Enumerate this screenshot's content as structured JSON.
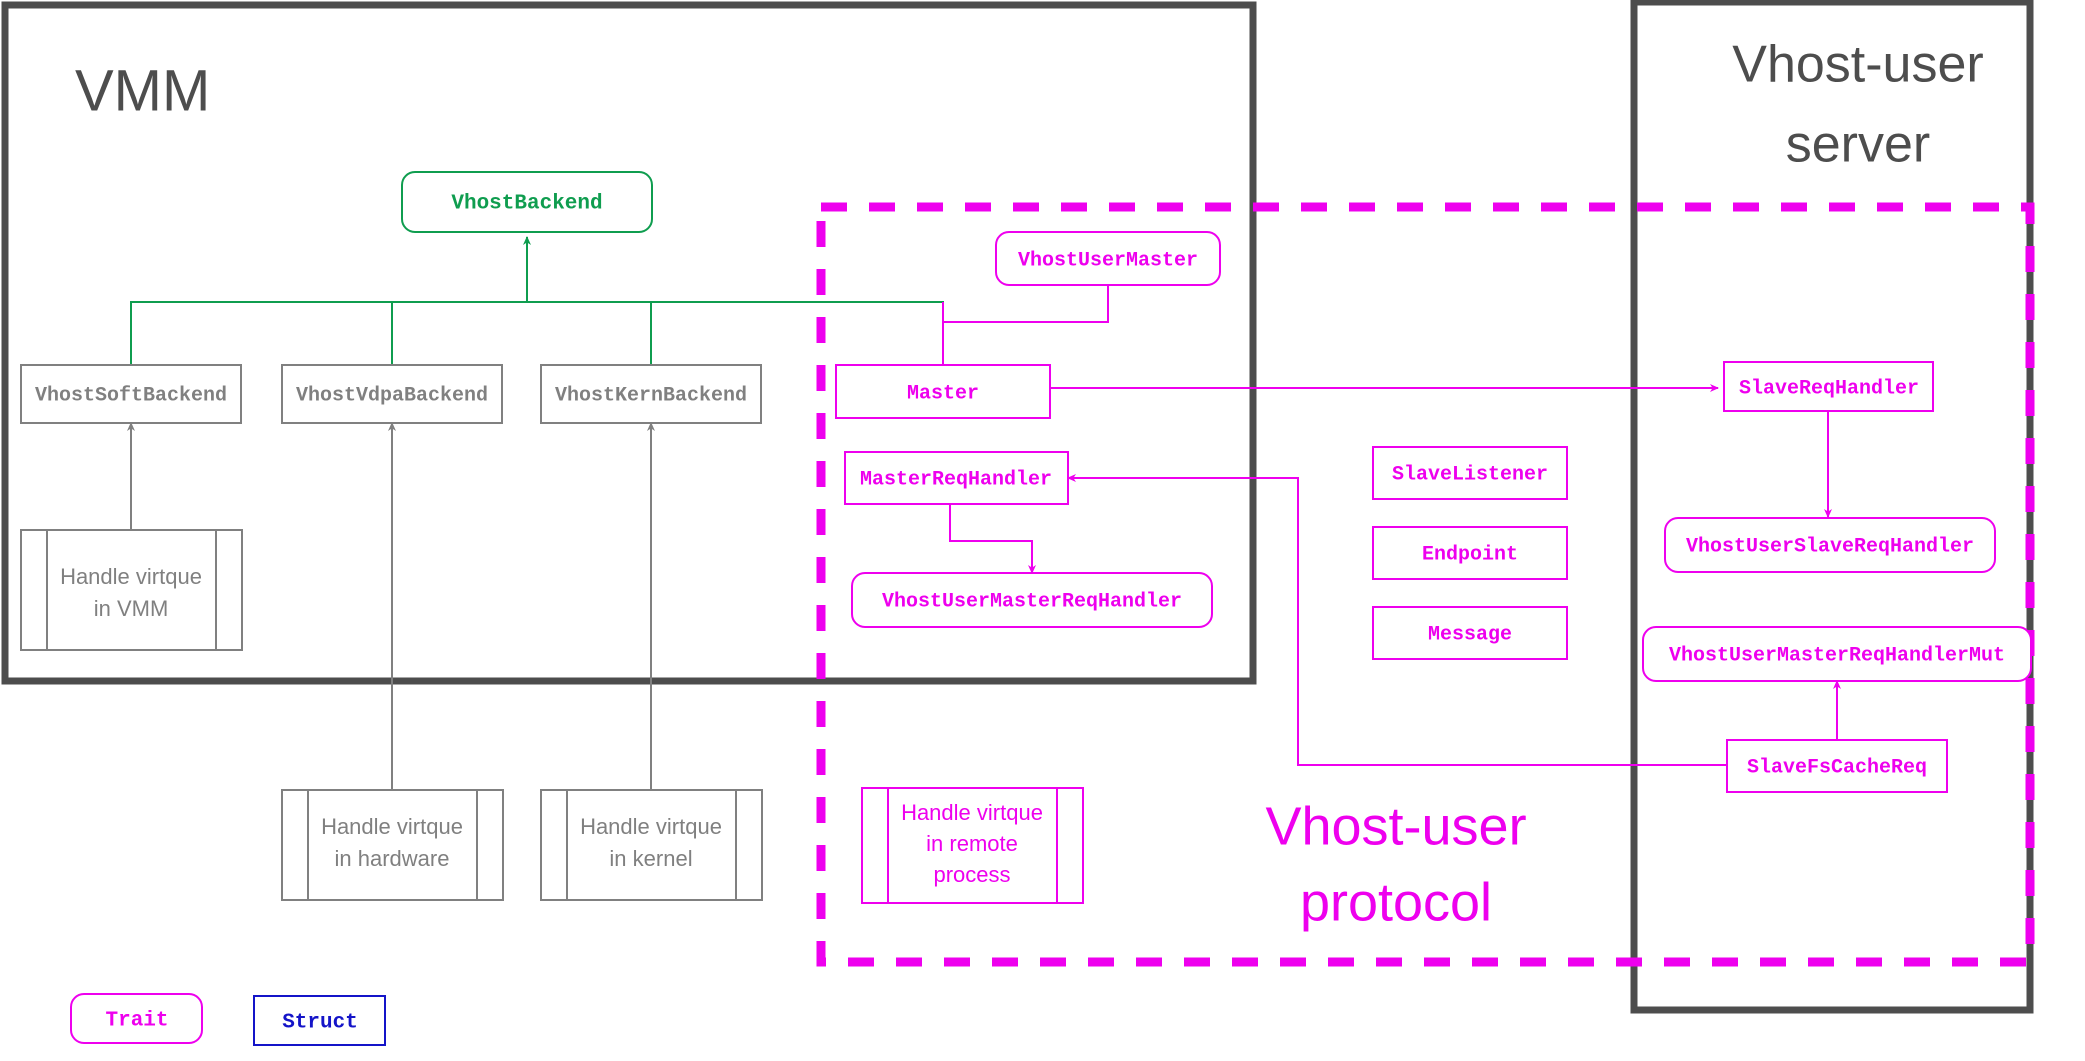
{
  "colors": {
    "panel_border": "#4d4d4d",
    "trait_magenta": "#ee00ee",
    "trait_green": "#0f9d4f",
    "struct_blue": "#1414c8",
    "struct_gray": "#808080",
    "text_gray": "#4d4d4d",
    "background": "#ffffff"
  },
  "panels": {
    "vmm": {
      "title": "VMM"
    },
    "server": {
      "title_line1": "Vhost-user",
      "title_line2": "server"
    },
    "protocol": {
      "title_line1": "Vhost-user",
      "title_line2": "protocol"
    }
  },
  "nodes": {
    "vhost_backend": "VhostBackend",
    "vhost_soft_backend": "VhostSoftBackend",
    "vhost_vdpa_backend": "VhostVdpaBackend",
    "vhost_kern_backend": "VhostKernBackend",
    "vhost_user_master": "VhostUserMaster",
    "master": "Master",
    "master_req_handler": "MasterReqHandler",
    "vhost_user_master_req_handler": "VhostUserMasterReqHandler",
    "slave_listener": "SlaveListener",
    "endpoint": "Endpoint",
    "message": "Message",
    "slave_req_handler": "SlaveReqHandler",
    "vhost_user_slave_req_handler": "VhostUserSlaveReqHandler",
    "vhost_user_master_req_handler_mut": "VhostUserMasterReqHandlerMut",
    "slave_fs_cache_req": "SlaveFsCacheReq"
  },
  "process_boxes": {
    "handle_vmm": [
      "Handle virtque",
      "in VMM"
    ],
    "handle_hardware": [
      "Handle virtque",
      "in hardware"
    ],
    "handle_kernel": [
      "Handle virtque",
      "in kernel"
    ],
    "handle_remote": [
      "Handle virtque",
      "in remote",
      "process"
    ]
  },
  "legend": {
    "trait_label": "Trait",
    "struct_label": "Struct"
  }
}
